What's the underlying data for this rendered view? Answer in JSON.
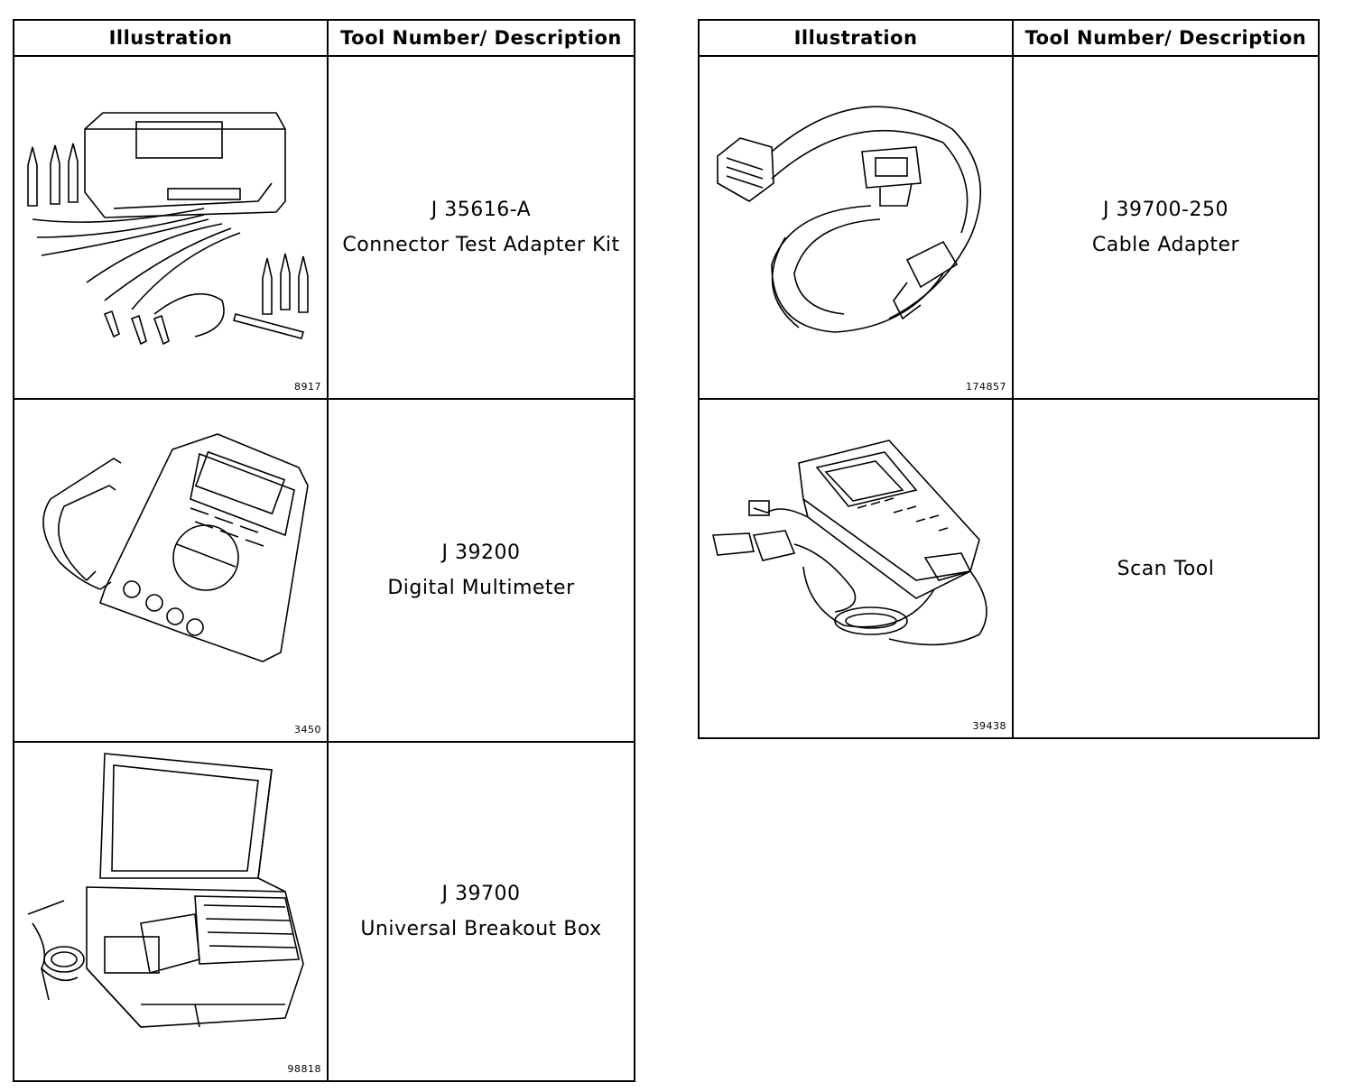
{
  "left_table": {
    "headers": {
      "illustration": "Illustration",
      "description": "Tool Number/ Description"
    },
    "rows": [
      {
        "figure_id": "8917",
        "tool_number": "J 35616-A",
        "description": "Connector Test Adapter Kit",
        "icon": "connector-test-adapter-kit-illustration"
      },
      {
        "figure_id": "3450",
        "tool_number": "J 39200",
        "description": "Digital Multimeter",
        "icon": "digital-multimeter-illustration"
      },
      {
        "figure_id": "98818",
        "tool_number": "J 39700",
        "description": "Universal Breakout Box",
        "icon": "universal-breakout-box-illustration"
      }
    ]
  },
  "right_table": {
    "headers": {
      "illustration": "Illustration",
      "description": "Tool Number/ Description"
    },
    "rows": [
      {
        "figure_id": "174857",
        "tool_number": "J 39700-250",
        "description": "Cable Adapter",
        "icon": "cable-adapter-illustration"
      },
      {
        "figure_id": "39438",
        "tool_number": "",
        "description": "Scan Tool",
        "icon": "scan-tool-illustration"
      }
    ]
  }
}
